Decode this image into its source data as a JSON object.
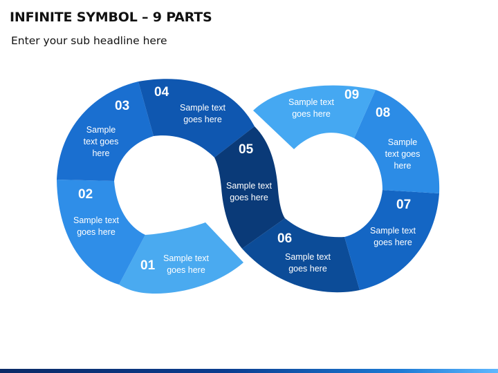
{
  "header": {
    "title": "INFINITE SYMBOL – 9 PARTS",
    "subtitle": "Enter your sub headline here"
  },
  "segments": [
    {
      "number": "01",
      "text": [
        "Sample text",
        "goes here"
      ],
      "color": "#4aaaf0"
    },
    {
      "number": "02",
      "text": [
        "Sample text",
        "goes here"
      ],
      "color": "#2f8ee8"
    },
    {
      "number": "03",
      "text": [
        "Sample",
        "text goes",
        "here"
      ],
      "color": "#1a6fd0"
    },
    {
      "number": "04",
      "text": [
        "Sample text",
        "goes here"
      ],
      "color": "#0f57b0"
    },
    {
      "number": "05",
      "text": [
        "Sample text",
        "goes here"
      ],
      "color": "#0a3a78"
    },
    {
      "number": "06",
      "text": [
        "Sample text",
        "goes here"
      ],
      "color": "#0c4c98"
    },
    {
      "number": "07",
      "text": [
        "Sample text",
        "goes here"
      ],
      "color": "#1466c4"
    },
    {
      "number": "08",
      "text": [
        "Sample",
        "text goes",
        "here"
      ],
      "color": "#2c8ce6"
    },
    {
      "number": "09",
      "text": [
        "Sample text",
        "goes here"
      ],
      "color": "#45a8f2"
    }
  ]
}
